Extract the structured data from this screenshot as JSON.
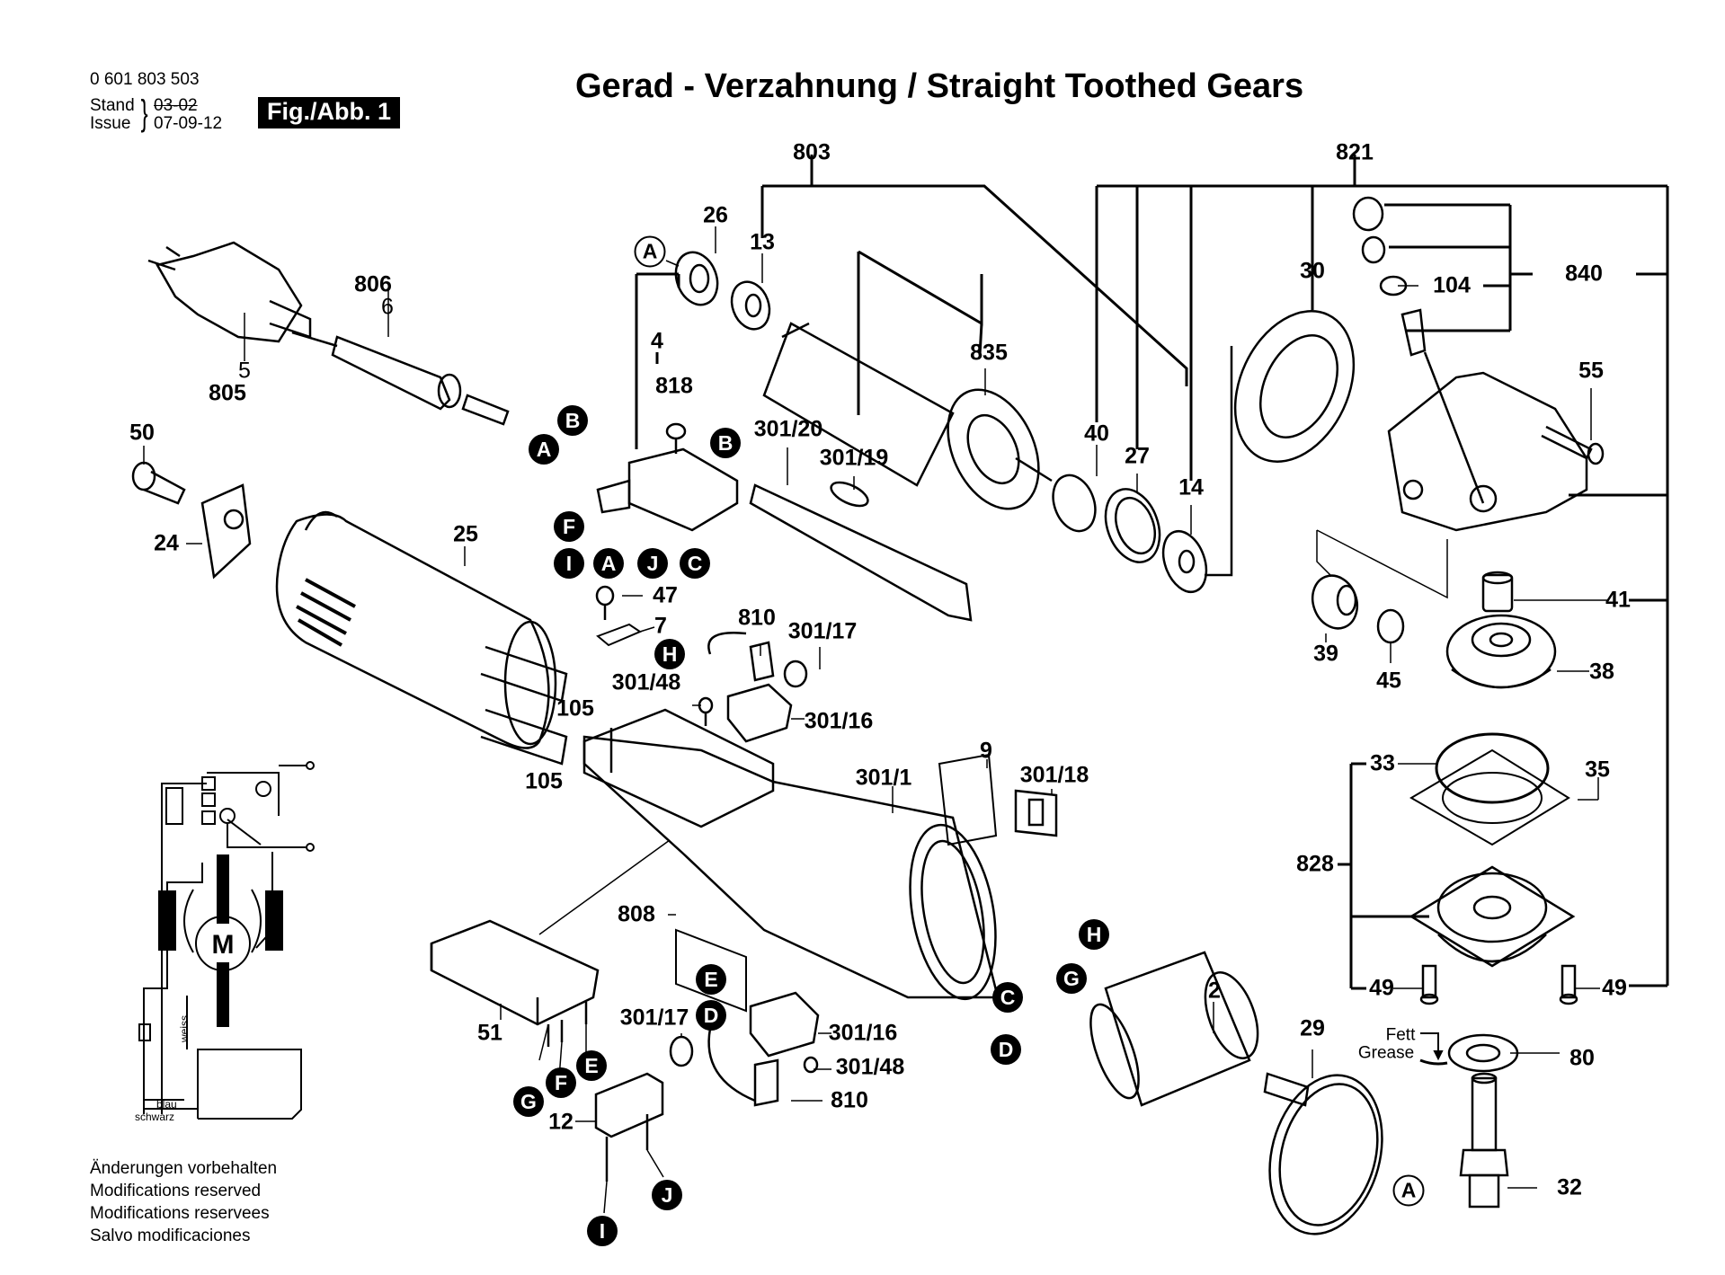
{
  "header": {
    "part_number": "0 601 803 503",
    "stand_label": "Stand",
    "issue_label": "Issue",
    "stand_date_struck": "03-02",
    "issue_date": "07-09-12",
    "figure_badge": "Fig./Abb. 1",
    "title": "Gerad - Verzahnung / Straight Toothed Gears"
  },
  "footer": {
    "lines": [
      "Änderungen vorbehalten",
      "Modifications reserved",
      "Modifications reservees",
      "Salvo modificaciones"
    ]
  },
  "wiring": {
    "motor_label": "M",
    "wire_white": "weiss",
    "wire_blue": "blau",
    "wire_black": "schwarz"
  },
  "grease_note": {
    "de": "Fett",
    "en": "Grease"
  },
  "part_labels": [
    {
      "id": "803",
      "text": "803"
    },
    {
      "id": "821",
      "text": "821"
    },
    {
      "id": "26",
      "text": "26"
    },
    {
      "id": "13",
      "text": "13"
    },
    {
      "id": "30",
      "text": "30"
    },
    {
      "id": "104",
      "text": "104"
    },
    {
      "id": "840",
      "text": "840"
    },
    {
      "id": "806",
      "text": "806"
    },
    {
      "id": "6",
      "text": "6"
    },
    {
      "id": "5",
      "text": "5"
    },
    {
      "id": "805",
      "text": "805"
    },
    {
      "id": "4",
      "text": "4"
    },
    {
      "id": "818",
      "text": "818"
    },
    {
      "id": "835",
      "text": "835"
    },
    {
      "id": "301_20",
      "text": "301/20"
    },
    {
      "id": "301_19",
      "text": "301/19"
    },
    {
      "id": "55",
      "text": "55"
    },
    {
      "id": "50",
      "text": "50"
    },
    {
      "id": "40",
      "text": "40"
    },
    {
      "id": "27",
      "text": "27"
    },
    {
      "id": "14",
      "text": "14"
    },
    {
      "id": "24",
      "text": "24"
    },
    {
      "id": "25",
      "text": "25"
    },
    {
      "id": "47",
      "text": "47"
    },
    {
      "id": "7",
      "text": "7"
    },
    {
      "id": "810a",
      "text": "810"
    },
    {
      "id": "301_17a",
      "text": "301/17"
    },
    {
      "id": "301_48a",
      "text": "301/48"
    },
    {
      "id": "301_16a",
      "text": "301/16"
    },
    {
      "id": "105a",
      "text": "105"
    },
    {
      "id": "105b",
      "text": "105"
    },
    {
      "id": "9",
      "text": "9"
    },
    {
      "id": "301_1",
      "text": "301/1"
    },
    {
      "id": "301_18",
      "text": "301/18"
    },
    {
      "id": "41",
      "text": "41"
    },
    {
      "id": "39",
      "text": "39"
    },
    {
      "id": "45",
      "text": "45"
    },
    {
      "id": "38",
      "text": "38"
    },
    {
      "id": "33",
      "text": "33"
    },
    {
      "id": "35",
      "text": "35"
    },
    {
      "id": "828",
      "text": "828"
    },
    {
      "id": "808",
      "text": "808"
    },
    {
      "id": "49a",
      "text": "49"
    },
    {
      "id": "49b",
      "text": "49"
    },
    {
      "id": "2",
      "text": "2"
    },
    {
      "id": "51",
      "text": "51"
    },
    {
      "id": "301_17b",
      "text": "301/17"
    },
    {
      "id": "301_16b",
      "text": "301/16"
    },
    {
      "id": "301_48b",
      "text": "301/48"
    },
    {
      "id": "810b",
      "text": "810"
    },
    {
      "id": "29",
      "text": "29"
    },
    {
      "id": "80",
      "text": "80"
    },
    {
      "id": "12",
      "text": "12"
    },
    {
      "id": "32",
      "text": "32"
    }
  ],
  "connector_markers": [
    {
      "letter": "A",
      "style": "open"
    },
    {
      "letter": "B",
      "style": "filled"
    },
    {
      "letter": "A",
      "style": "filled"
    },
    {
      "letter": "B",
      "style": "filled"
    },
    {
      "letter": "F",
      "style": "filled"
    },
    {
      "letter": "I",
      "style": "filled"
    },
    {
      "letter": "A",
      "style": "filled"
    },
    {
      "letter": "J",
      "style": "filled"
    },
    {
      "letter": "C",
      "style": "filled"
    },
    {
      "letter": "H",
      "style": "filled"
    },
    {
      "letter": "E",
      "style": "filled"
    },
    {
      "letter": "D",
      "style": "filled"
    },
    {
      "letter": "E",
      "style": "filled"
    },
    {
      "letter": "F",
      "style": "filled"
    },
    {
      "letter": "G",
      "style": "filled"
    },
    {
      "letter": "H",
      "style": "filled"
    },
    {
      "letter": "G",
      "style": "filled"
    },
    {
      "letter": "C",
      "style": "filled"
    },
    {
      "letter": "D",
      "style": "filled"
    },
    {
      "letter": "J",
      "style": "filled"
    },
    {
      "letter": "I",
      "style": "filled"
    },
    {
      "letter": "A",
      "style": "open"
    }
  ]
}
